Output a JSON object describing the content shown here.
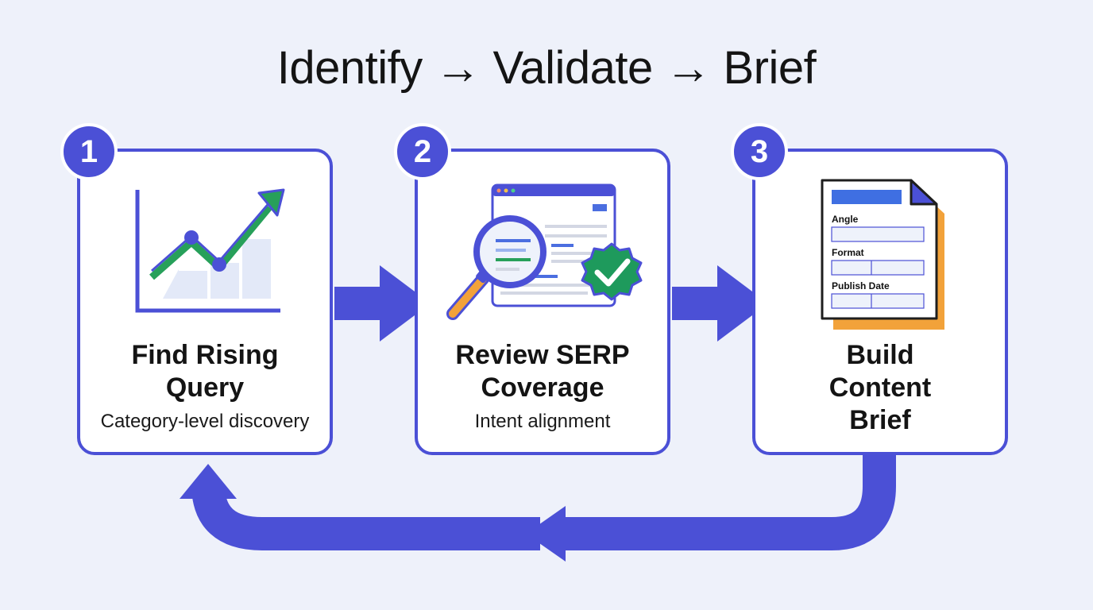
{
  "title": "Identify → Validate → Brief",
  "steps": [
    {
      "number": "1",
      "title_line1": "Find Rising",
      "title_line2": "Query",
      "subtitle": "Category-level discovery"
    },
    {
      "number": "2",
      "title_line1": "Review SERP",
      "title_line2": "Coverage",
      "subtitle": "Intent alignment"
    },
    {
      "number": "3",
      "title_line1": "Build",
      "title_line2": "Content",
      "title_line3": "Brief"
    }
  ],
  "brief_fields": [
    "Angle",
    "Format",
    "Publish Date"
  ],
  "colors": {
    "accent": "#4b50d6",
    "green": "#1e9a5c",
    "orange": "#f2a23a",
    "background": "#eef1fa"
  },
  "icons": [
    "trend-chart-icon",
    "serp-search-icon",
    "verified-check-icon",
    "brief-document-icon"
  ]
}
